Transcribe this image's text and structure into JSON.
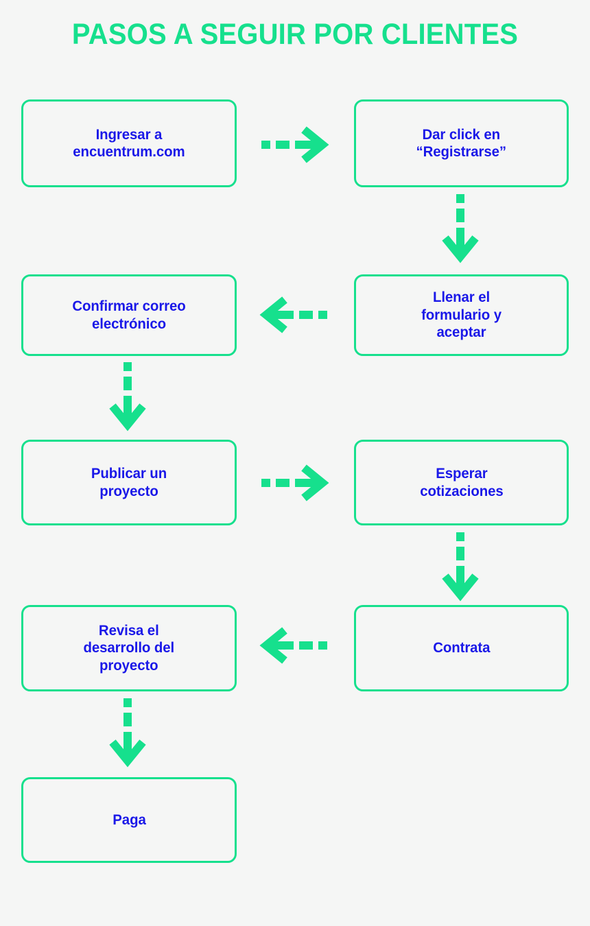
{
  "page": {
    "title": "PASOS A SEGUIR POR CLIENTES",
    "background_color": "#f5f6f5",
    "accent_green": "#16e08d",
    "text_blue": "#1a18e8"
  },
  "flow": {
    "steps": [
      {
        "id": "step-1",
        "order": 1,
        "label": "Ingresar a\nencuentrum.com",
        "column": "left",
        "row": 1
      },
      {
        "id": "step-2",
        "order": 2,
        "label": "Dar click en\n“Registrarse”",
        "column": "right",
        "row": 1
      },
      {
        "id": "step-3",
        "order": 3,
        "label": "Llenar el\nformulario y\naceptar",
        "column": "right",
        "row": 2
      },
      {
        "id": "step-4",
        "order": 4,
        "label": "Confirmar correo\nelectrónico",
        "column": "left",
        "row": 2
      },
      {
        "id": "step-5",
        "order": 5,
        "label": "Publicar un\nproyecto",
        "column": "left",
        "row": 3
      },
      {
        "id": "step-6",
        "order": 6,
        "label": "Esperar\ncotizaciones",
        "column": "right",
        "row": 3
      },
      {
        "id": "step-7",
        "order": 7,
        "label": "Contrata",
        "column": "right",
        "row": 4
      },
      {
        "id": "step-8",
        "order": 8,
        "label": "Revisa el\ndesarrollo del\nproyecto",
        "column": "left",
        "row": 4
      },
      {
        "id": "step-9",
        "order": 9,
        "label": "Paga",
        "column": "left",
        "row": 5
      }
    ],
    "connectors": [
      {
        "id": "connector-1",
        "from": "step-1",
        "to": "step-2",
        "direction": "right",
        "style": "dashed-to-solid"
      },
      {
        "id": "connector-2",
        "from": "step-2",
        "to": "step-3",
        "direction": "down",
        "style": "dashed-to-solid"
      },
      {
        "id": "connector-3",
        "from": "step-3",
        "to": "step-4",
        "direction": "left",
        "style": "dashed-to-solid"
      },
      {
        "id": "connector-4",
        "from": "step-4",
        "to": "step-5",
        "direction": "down",
        "style": "dashed-to-solid"
      },
      {
        "id": "connector-5",
        "from": "step-5",
        "to": "step-6",
        "direction": "right",
        "style": "dashed-to-solid"
      },
      {
        "id": "connector-6",
        "from": "step-6",
        "to": "step-7",
        "direction": "down",
        "style": "dashed-to-solid"
      },
      {
        "id": "connector-7",
        "from": "step-7",
        "to": "step-8",
        "direction": "left",
        "style": "dashed-to-solid"
      },
      {
        "id": "connector-8",
        "from": "step-8",
        "to": "step-9",
        "direction": "down",
        "style": "dashed-to-solid"
      }
    ]
  }
}
